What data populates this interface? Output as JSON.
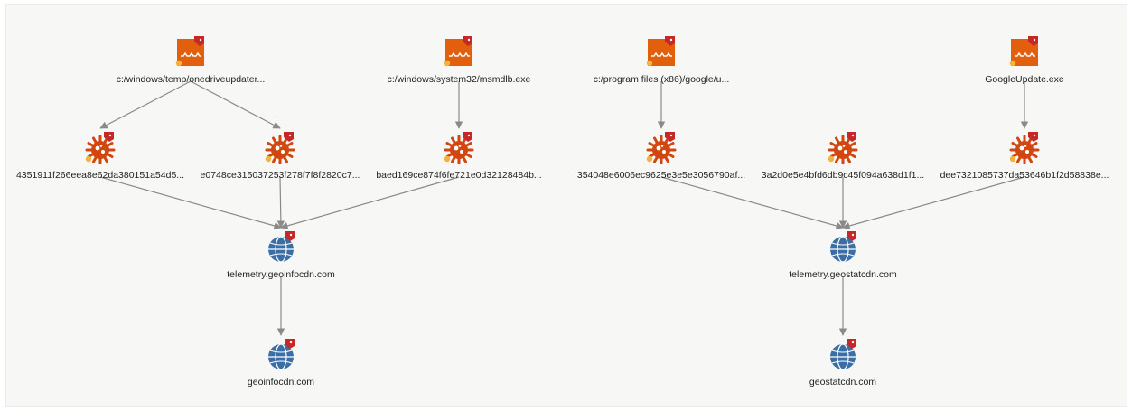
{
  "colors": {
    "file_icon": "#e25f0d",
    "malware_icon": "#d1470f",
    "domain_globe": "#3a6ea5",
    "tag_red": "#c62828",
    "edge": "#8a8a8a"
  },
  "nodes": [
    {
      "id": "f1",
      "kind": "file",
      "icon": "file-icon",
      "label": "c:/windows/temp/onedriveupdater..."
    },
    {
      "id": "f2",
      "kind": "file",
      "icon": "file-icon",
      "label": "c:/windows/system32/msmdlb.exe"
    },
    {
      "id": "f3",
      "kind": "file",
      "icon": "file-icon",
      "label": "c:/program files (x86)/google/u..."
    },
    {
      "id": "f4",
      "kind": "file",
      "icon": "file-icon",
      "label": "GoogleUpdate.exe"
    },
    {
      "id": "h1",
      "kind": "malware",
      "icon": "malware-icon",
      "label": "4351911f266eea8e62da380151a54d5..."
    },
    {
      "id": "h2",
      "kind": "malware",
      "icon": "malware-icon",
      "label": "e0748ce315037253f278f7f8f2820c7..."
    },
    {
      "id": "h3",
      "kind": "malware",
      "icon": "malware-icon",
      "label": "baed169ce874f6fe721e0d32128484b..."
    },
    {
      "id": "h4",
      "kind": "malware",
      "icon": "malware-icon",
      "label": "354048e6006ec9625e3e5e3056790af..."
    },
    {
      "id": "h5",
      "kind": "malware",
      "icon": "malware-icon",
      "label": "3a2d0e5e4bfd6db9c45f094a638d1f1..."
    },
    {
      "id": "h6",
      "kind": "malware",
      "icon": "malware-icon",
      "label": "dee7321085737da53646b1f2d58838e..."
    },
    {
      "id": "d1",
      "kind": "domain",
      "icon": "globe-icon",
      "label": "telemetry.geoinfocdn.com"
    },
    {
      "id": "d2",
      "kind": "domain",
      "icon": "globe-icon",
      "label": "geoinfocdn.com"
    },
    {
      "id": "d3",
      "kind": "domain",
      "icon": "globe-icon",
      "label": "telemetry.geostatcdn.com"
    },
    {
      "id": "d4",
      "kind": "domain",
      "icon": "globe-icon",
      "label": "geostatcdn.com"
    }
  ],
  "edges": [
    [
      "f1",
      "h1"
    ],
    [
      "f1",
      "h2"
    ],
    [
      "f2",
      "h3"
    ],
    [
      "f3",
      "h4"
    ],
    [
      "f4",
      "h6"
    ],
    [
      "h1",
      "d1"
    ],
    [
      "h2",
      "d1"
    ],
    [
      "h3",
      "d1"
    ],
    [
      "h4",
      "d3"
    ],
    [
      "h5",
      "d3"
    ],
    [
      "h6",
      "d3"
    ],
    [
      "d1",
      "d2"
    ],
    [
      "d3",
      "d4"
    ]
  ]
}
